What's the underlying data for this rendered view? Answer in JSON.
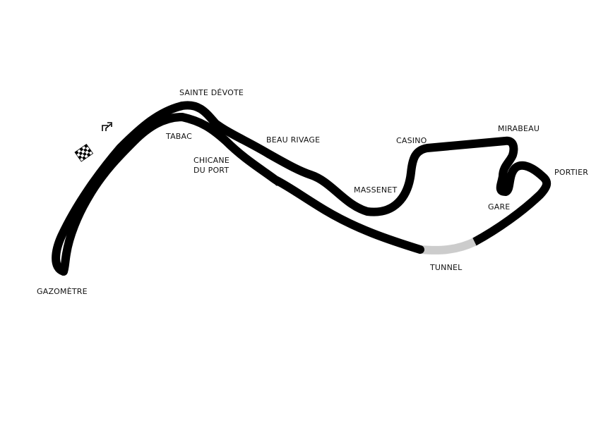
{
  "colors": {
    "track": "#000000",
    "tunnel": "#cccccc",
    "label": "#111111",
    "background": "#ffffff"
  },
  "icons": {
    "start_finish": "checkered-flag-icon",
    "direction": "direction-arrows-icon"
  },
  "corners": {
    "sainte_devote": "SAINTE DÉVOTE",
    "tabac": "TABAC",
    "beau_rivage": "BEAU RIVAGE",
    "chicane_line1": "CHICANE",
    "chicane_line2": "DU PORT",
    "casino": "CASINO",
    "mirabeau": "MIRABEAU",
    "portier": "PORTIER",
    "massenet": "MASSENET",
    "gare": "GARE",
    "tunnel": "TUNNEL",
    "gazometre": "GAZOMÈTRE"
  }
}
